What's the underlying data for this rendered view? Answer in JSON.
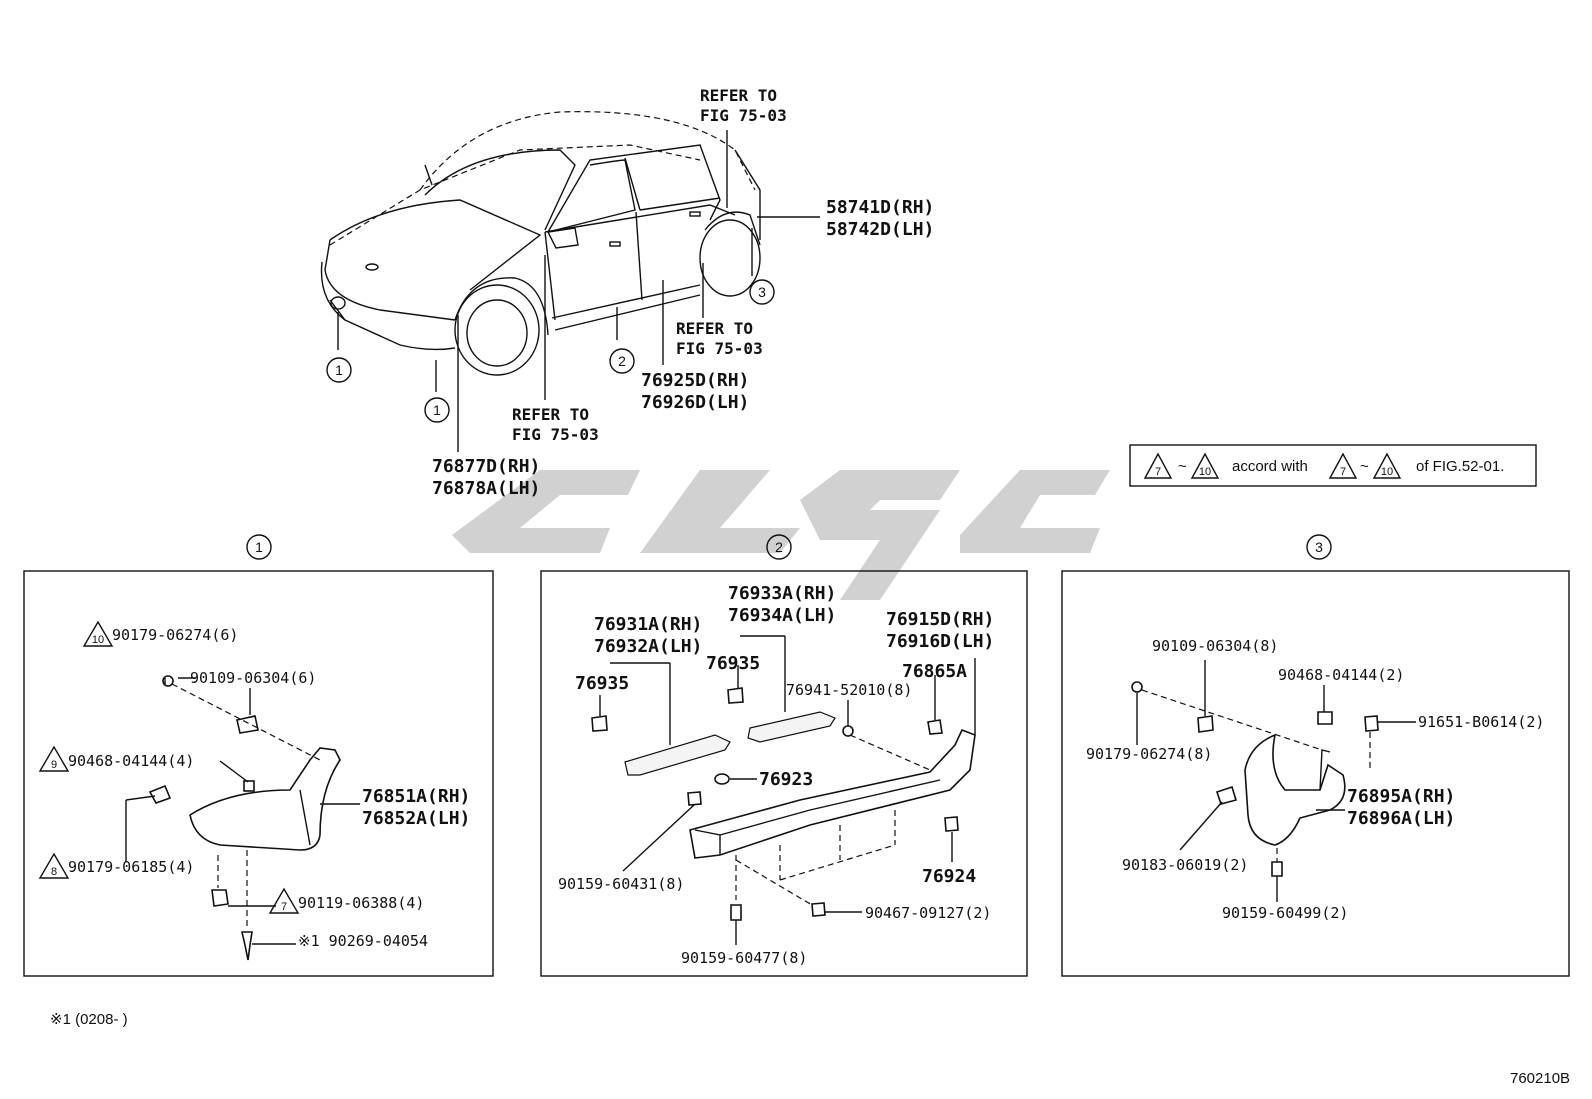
{
  "car_labels": {
    "refer_top_1": "REFER TO",
    "refer_top_2": "FIG 75-03",
    "p58741": "58741D(RH)",
    "p58742": "58742D(LH)",
    "refer_mid_1": "REFER TO",
    "refer_mid_2": "FIG 75-03",
    "p76925": "76925D(RH)",
    "p76926": "76926D(LH)",
    "refer_low_1": "REFER TO",
    "refer_low_2": "FIG 75-03",
    "p76877": "76877D(RH)",
    "p76878": "76878A(LH)",
    "callout_1a": "1",
    "callout_1b": "1",
    "callout_2": "2",
    "callout_3": "3"
  },
  "note": {
    "tri_from": "7",
    "tri_to": "10",
    "tilde": "~",
    "mid_text": "accord with",
    "tri2_from": "7",
    "tri2_to": "10",
    "end_text": "of FIG.52-01."
  },
  "panels": {
    "p1": {
      "number": "1",
      "labels": {
        "l1": "90179-06274(6)",
        "l1_tri": "10",
        "l2": "90109-06304(6)",
        "l3": "90468-04144(4)",
        "l3_tri": "9",
        "l4a": "76851A(RH)",
        "l4b": "76852A(LH)",
        "l5": "90179-06185(4)",
        "l5_tri": "8",
        "l6": "90119-06388(4)",
        "l6_tri": "7",
        "l7": "※1 90269-04054"
      }
    },
    "p2": {
      "number": "2",
      "labels": {
        "a1": "76933A(RH)",
        "a2": "76934A(LH)",
        "b1": "76931A(RH)",
        "b2": "76932A(LH)",
        "c1": "76915D(RH)",
        "c2": "76916D(LH)",
        "d1": "76935",
        "d2": "76935",
        "e1": "76865A",
        "f1": "76941-52010(8)",
        "g1": "76923",
        "h1": "90159-60431(8)",
        "i1": "76924",
        "j1": "90467-09127(2)",
        "k1": "90159-60477(8)"
      }
    },
    "p3": {
      "number": "3",
      "labels": {
        "m1": "90109-06304(8)",
        "m2": "90468-04144(2)",
        "m3": "91651-B0614(2)",
        "m4": "90179-06274(8)",
        "m5a": "76895A(RH)",
        "m5b": "76896A(LH)",
        "m6": "90183-06019(2)",
        "m7": "90159-60499(2)"
      }
    }
  },
  "footnote": "※1 (0208-    )",
  "figure_code": "760210B"
}
